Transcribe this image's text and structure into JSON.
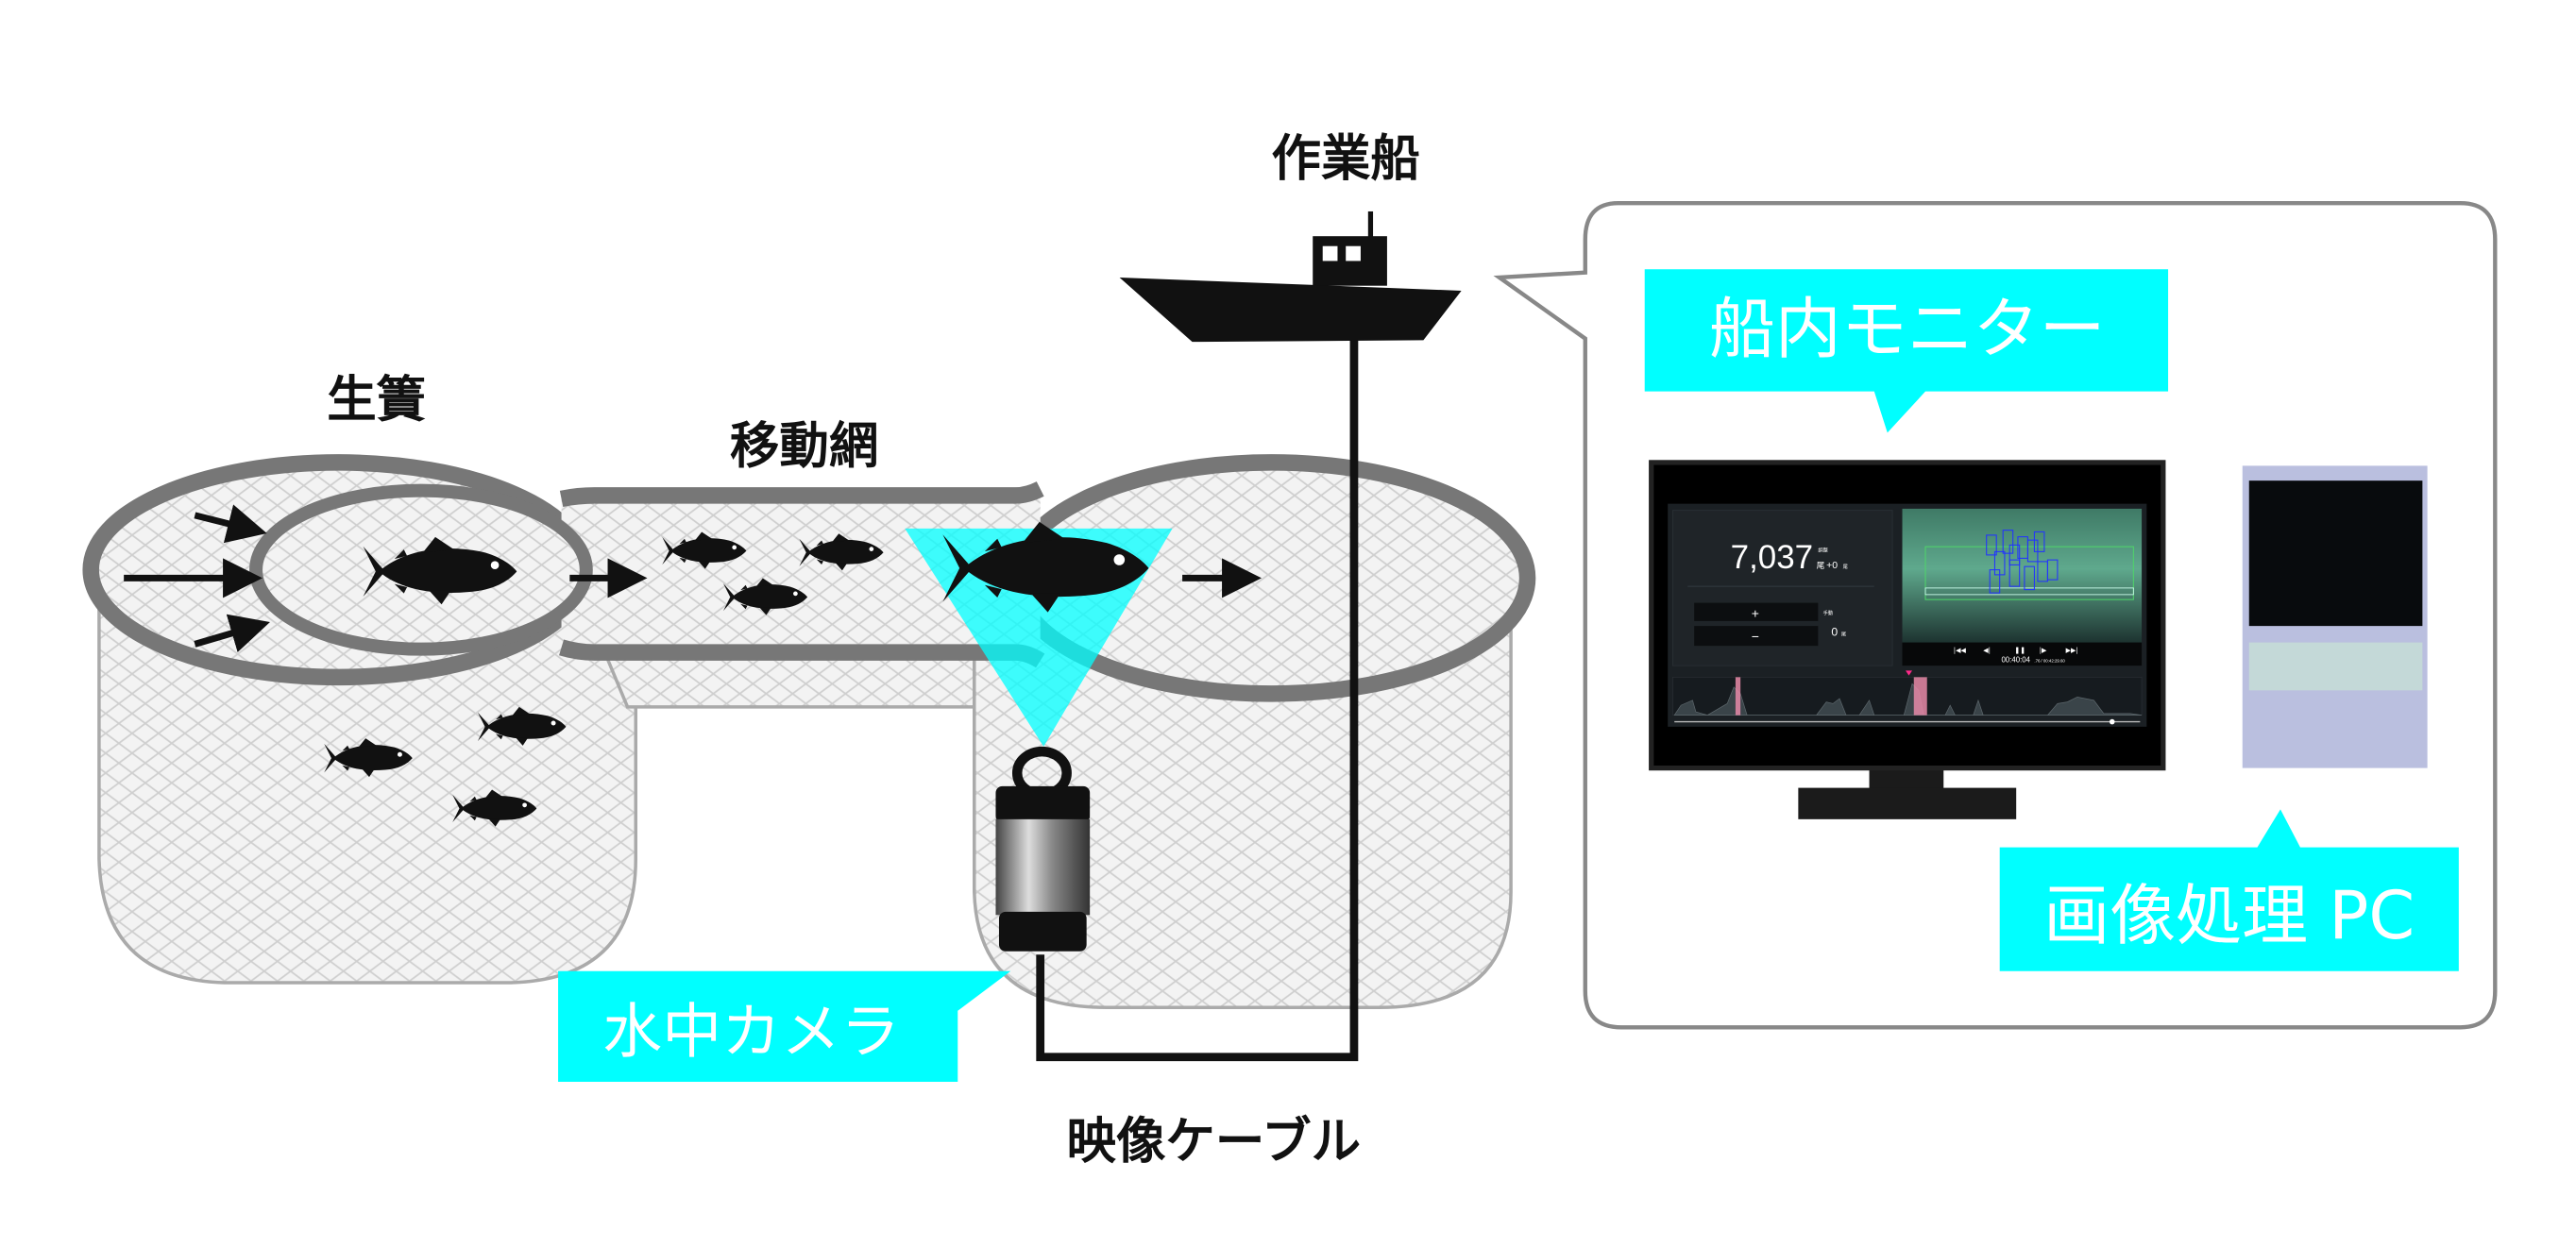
{
  "labels": {
    "work_boat": "作業船",
    "fish_pen": "生簀",
    "transfer_net": "移動網",
    "underwater_camera": "水中カメラ",
    "video_cable": "映像ケーブル",
    "onboard_monitor": "船内モニター",
    "image_processing_pc": "画像処理 PC"
  },
  "monitor_screen": {
    "count": "7,037",
    "count_unit": "尾",
    "adjust_label": "調整",
    "adjust_value": "+0",
    "adjust_unit": "尾",
    "plus_button": "+",
    "minus_button": "−",
    "manual_label": "手動",
    "manual_value": "0",
    "manual_unit": "尾",
    "current_time": "00:40:04",
    "time_fraction": ".76",
    "total_time": "/ 00:42:29.60",
    "playback_position": 0.94
  },
  "colors": {
    "highlight": "#00ffff",
    "net_outline": "#777777",
    "pc_body": "#babfdf"
  }
}
